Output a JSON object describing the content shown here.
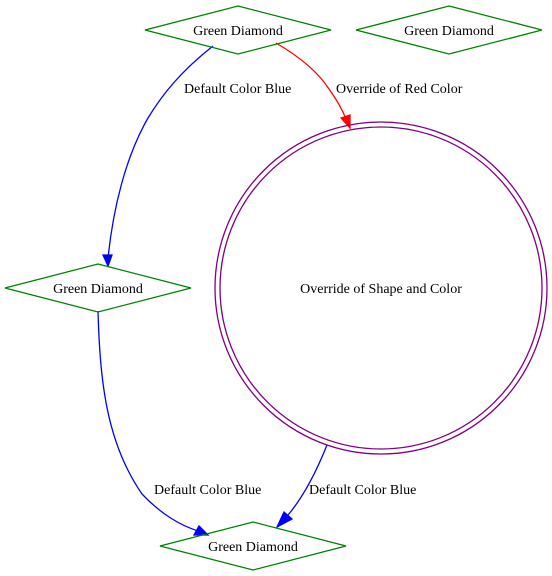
{
  "graph": {
    "nodes": {
      "top": {
        "label": "Green Diamond",
        "shape": "diamond",
        "color": "#008000"
      },
      "top_right": {
        "label": "Green Diamond",
        "shape": "diamond",
        "color": "#008000"
      },
      "middle": {
        "label": "Green Diamond",
        "shape": "diamond",
        "color": "#008000"
      },
      "bottom": {
        "label": "Green Diamond",
        "shape": "diamond",
        "color": "#008000"
      },
      "circle": {
        "label": "Override of Shape and Color",
        "shape": "doublecircle",
        "color": "#800080"
      }
    },
    "edges": {
      "top_to_middle": {
        "label": "Default Color Blue",
        "color": "#0000ff"
      },
      "top_to_circle": {
        "label": "Override of Red Color",
        "color": "#ff0000"
      },
      "middle_to_bottom": {
        "label": "Default Color Blue",
        "color": "#0000ff"
      },
      "circle_to_bottom": {
        "label": "Default Color Blue",
        "color": "#0000ff"
      }
    }
  }
}
